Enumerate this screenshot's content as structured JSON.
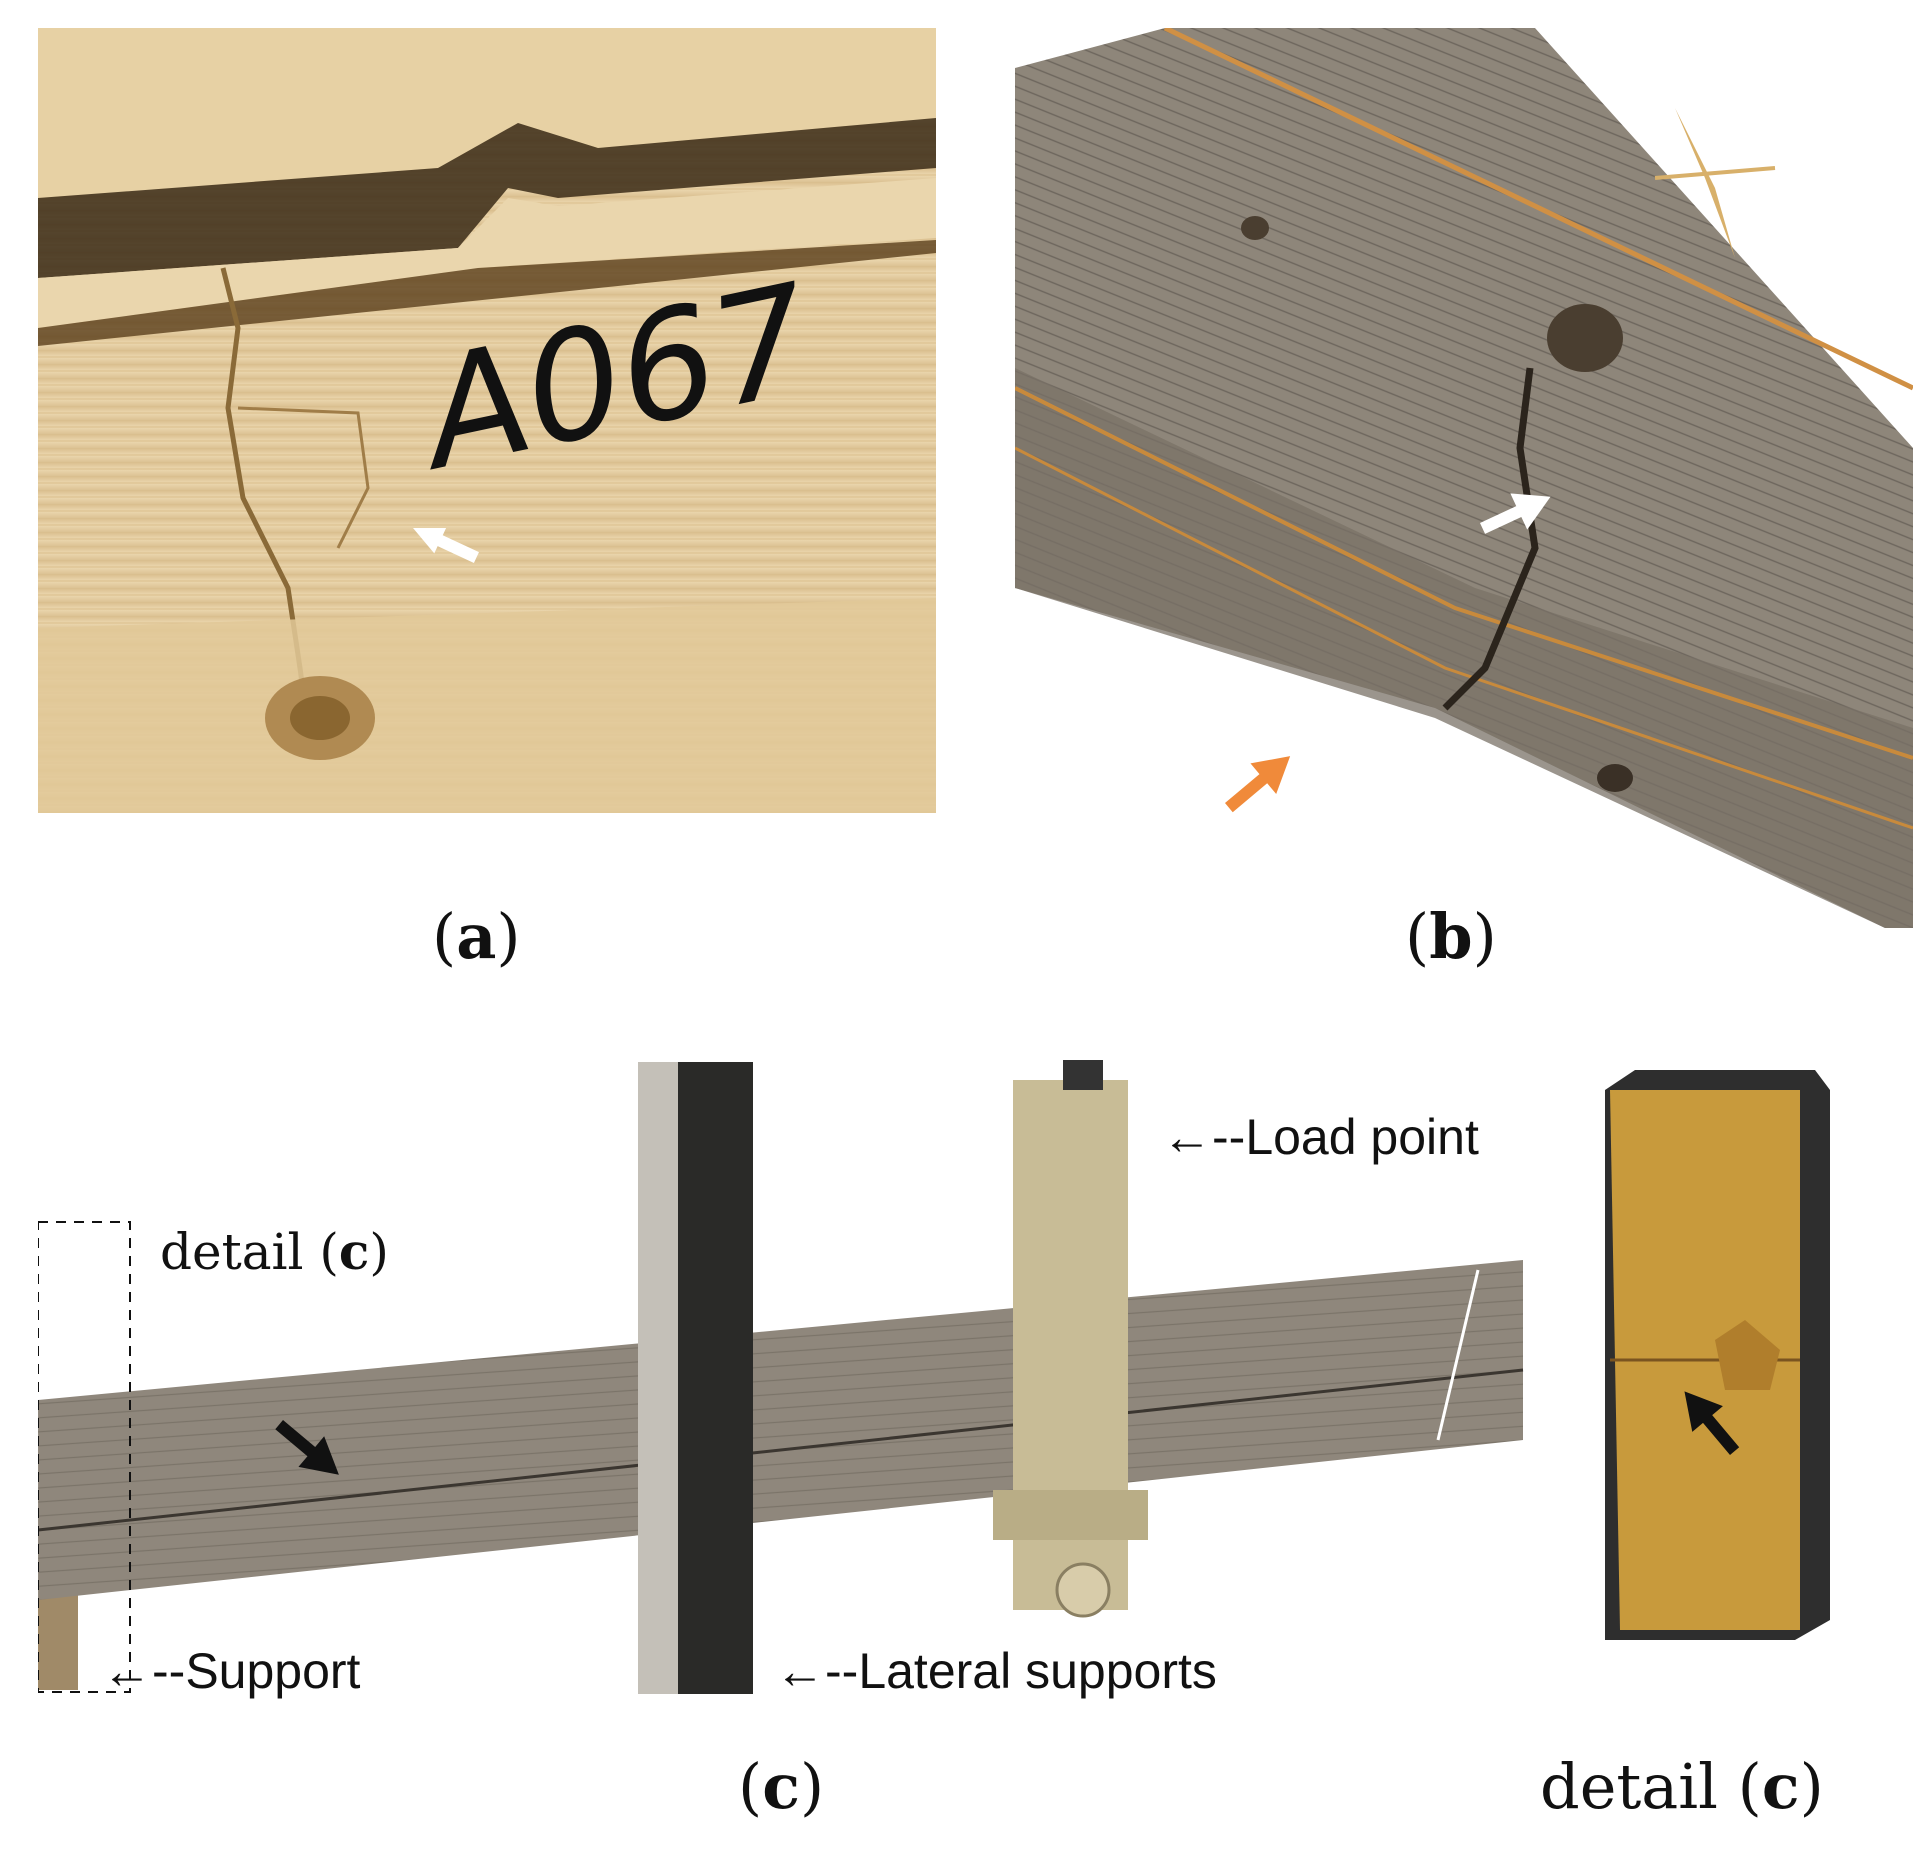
{
  "panels": {
    "a": {
      "caption_open": "(",
      "caption_letter": "a",
      "caption_close": ")",
      "marking": "A067"
    },
    "b": {
      "caption_open": "(",
      "caption_letter": "b",
      "caption_close": ")"
    },
    "c": {
      "caption_open": "(",
      "caption_letter": "c",
      "caption_close": ")"
    },
    "detail": {
      "caption_word": "detail ",
      "caption_open": "(",
      "caption_letter": "c",
      "caption_close": ")"
    }
  },
  "annotations": {
    "detail_box_label": {
      "word": "detail ",
      "open": "(",
      "letter": "c",
      "close": ")"
    },
    "load_point": "Load point",
    "support": "Support",
    "lateral_supports": "Lateral supports"
  },
  "colors": {
    "fresh_wood": "#e8d2a6",
    "weathered_wood": "#8f877c",
    "steel_frame": "#2a2a28",
    "load_fixture": "#c8bc96",
    "detail_wood": "#c89a3c",
    "arrow_white": "#ffffff",
    "arrow_orange": "#f08a3a",
    "arrow_black": "#111111"
  }
}
